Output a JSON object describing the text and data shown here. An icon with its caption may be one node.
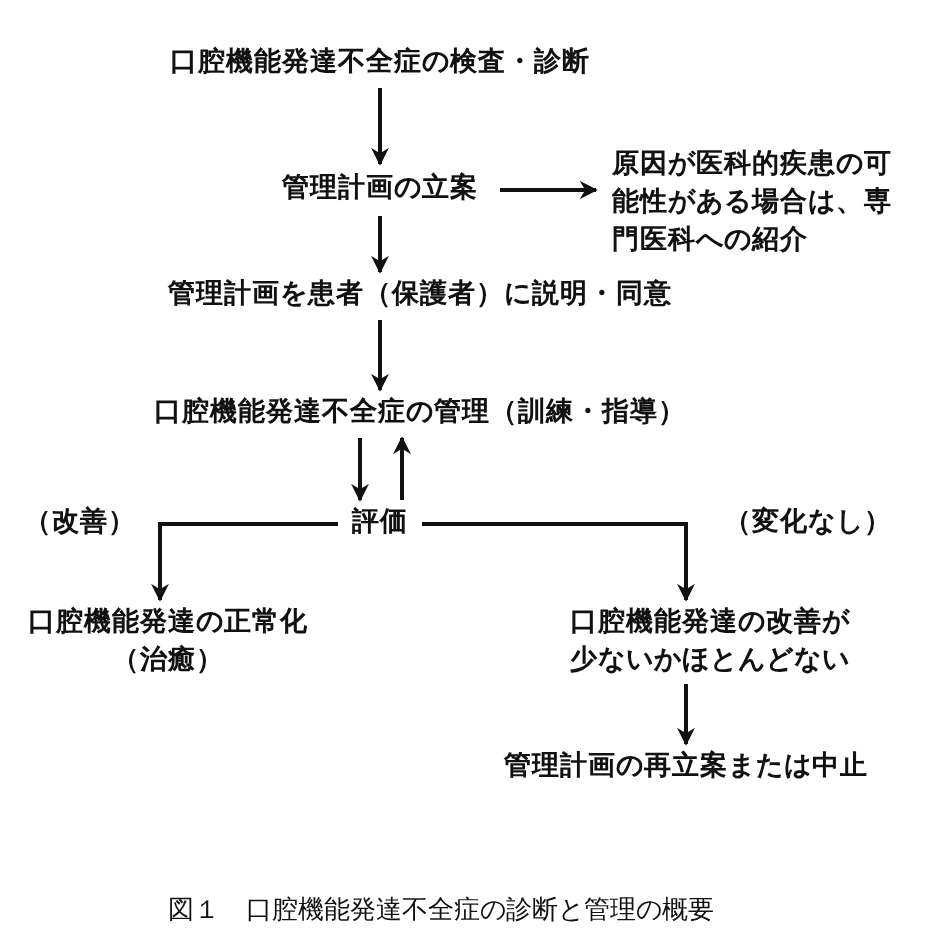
{
  "diagram": {
    "caption": "図１　口腔機能発達不全症の診断と管理の概要",
    "nodes": [
      {
        "text": [
          "口腔機能発達不全症の検査・診断"
        ]
      },
      {
        "text": [
          "管理計画の立案"
        ]
      },
      {
        "text": [
          "原因が医科的疾患の可能性がある場合は、専門医科への紹介"
        ]
      },
      {
        "text": [
          "管理計画を患者（保護者）に説明・同意"
        ]
      },
      {
        "text": [
          "口腔機能発達不全症の管理（訓練・指導）"
        ]
      },
      {
        "text": [
          "評価"
        ]
      },
      {
        "text": [
          "口腔機能発達の正常化（治癒）"
        ]
      },
      {
        "text": [
          "口腔機能発達の改善が少ないかほとんどない"
        ]
      },
      {
        "text": [
          "管理計画の再立案または中止"
        ]
      }
    ],
    "edges": [
      {
        "from": 0,
        "to": 1,
        "arrow": "to"
      },
      {
        "from": 1,
        "to": 2,
        "arrow": "to"
      },
      {
        "from": 1,
        "to": 3,
        "arrow": "to"
      },
      {
        "from": 3,
        "to": 4,
        "arrow": "to"
      },
      {
        "from": 4,
        "to": 5,
        "arrow": "to"
      },
      {
        "from": 5,
        "to": 4,
        "arrow": "to"
      },
      {
        "from": 5,
        "to": 6,
        "arrow": "to"
      },
      {
        "from": 5,
        "to": 7,
        "arrow": "to"
      },
      {
        "from": 7,
        "to": 8,
        "arrow": "to"
      }
    ],
    "labels": [
      "（改善）",
      "（変化なし）"
    ]
  }
}
